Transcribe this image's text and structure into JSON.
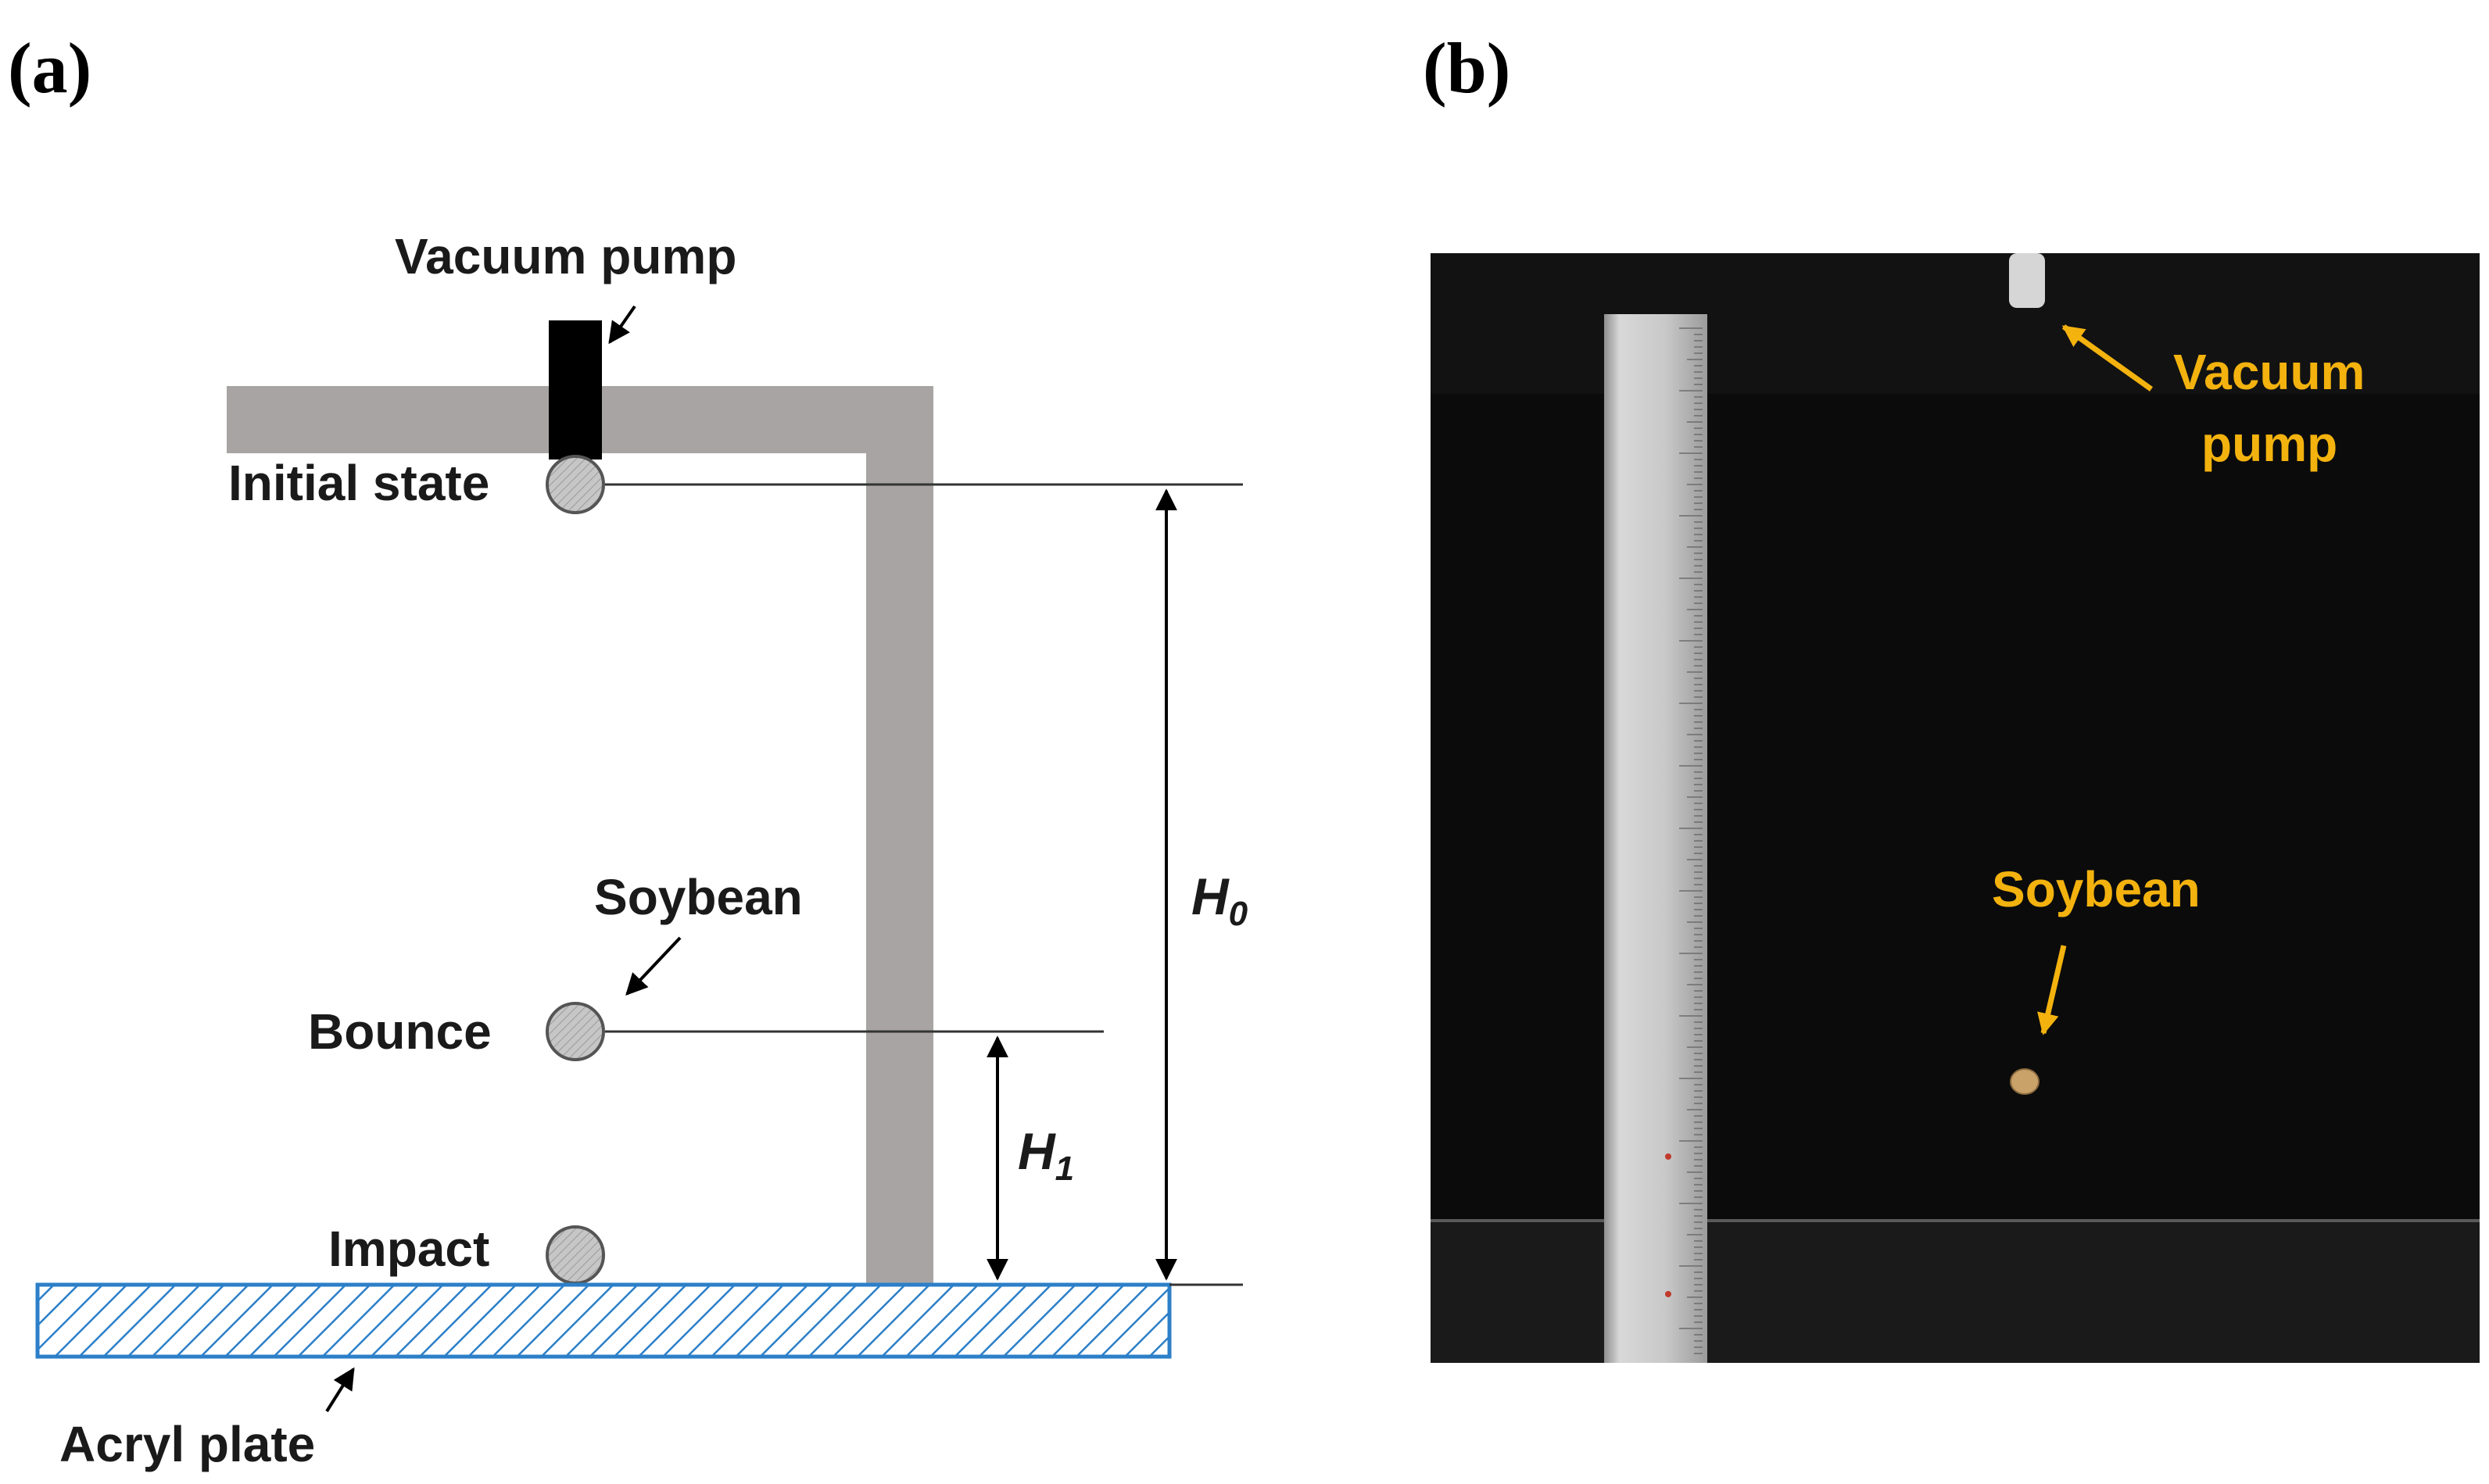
{
  "panels": {
    "a": "(a)",
    "b": "(b)"
  },
  "diagram": {
    "vacuum_pump": "Vacuum pump",
    "initial_state": "Initial state",
    "soybean": "Soybean",
    "bounce": "Bounce",
    "impact": "Impact",
    "acryl_plate": "Acryl plate",
    "h0": {
      "main": "H",
      "sub": "0"
    },
    "h1": {
      "main": "H",
      "sub": "1"
    }
  },
  "photo": {
    "vacuum_pump_line1": "Vacuum",
    "vacuum_pump_line2": "pump",
    "soybean": "Soybean"
  },
  "colors": {
    "frame": "#a8a4a4",
    "pump": "#000000",
    "bean_fill": "#c6c6c6",
    "plate_stroke": "#2c7fc8",
    "photo_bg": "#0b0b0b",
    "photo_label": "#f3b20e"
  }
}
